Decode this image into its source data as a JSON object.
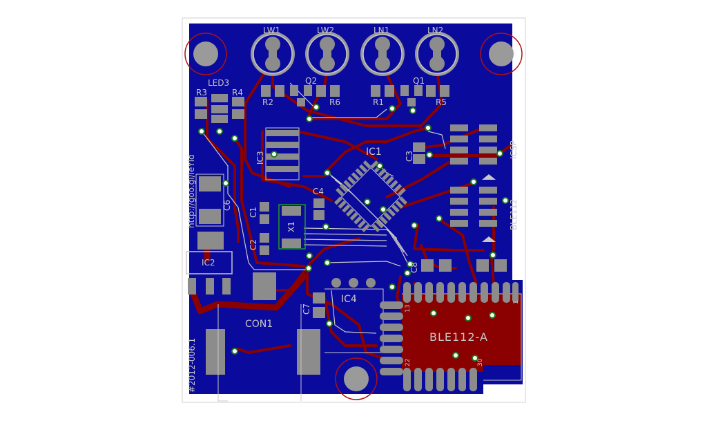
{
  "board": {
    "board_color": "#0a0a9c",
    "copper_color": "#8b0000",
    "silk_color": "#c8c8c8",
    "pad_color": "#8c8c8c"
  },
  "labels": {
    "lw1": "LW1",
    "lw2": "LW2",
    "ln1": "LN1",
    "ln2": "LN2",
    "led3": "LED3",
    "r3": "R3",
    "r4": "R4",
    "r2": "R2",
    "q2": "Q2",
    "r6": "R6",
    "r1": "R1",
    "q1": "Q1",
    "r5": "R5",
    "ic3": "IC3",
    "ic1": "IC1",
    "c3": "C3",
    "icsp": "ICSP",
    "c4": "C4",
    "c6": "C6",
    "c1": "C1",
    "c2": "C2",
    "x1": "X1",
    "ble112": "BLE112",
    "ic2": "IC2",
    "c8": "C8",
    "ic4": "IC4",
    "con1": "CON1",
    "c7": "C7",
    "ble112a": "BLE112-A",
    "url": "http://goo.gl/ieYld",
    "revision": "#2012-006.1",
    "pin1": "1",
    "pin13": "13",
    "pin22": "22",
    "pin30": "30"
  }
}
